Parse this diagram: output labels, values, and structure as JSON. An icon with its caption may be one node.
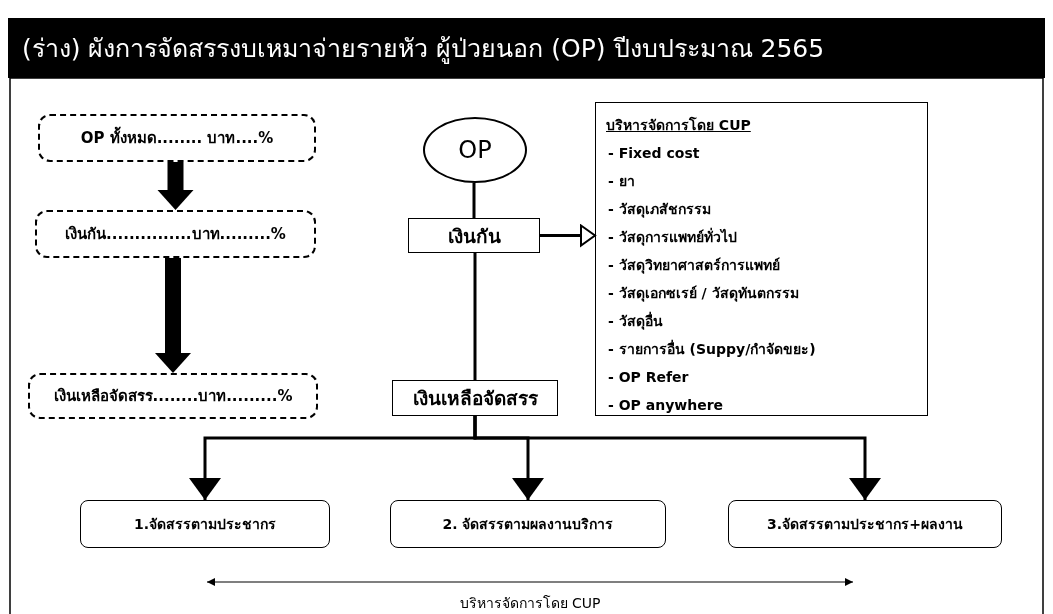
{
  "diagram": {
    "title": "(ร่าง) ผังการจัดสรรงบเหมาจ่ายรายหัว ผู้ป่วยนอก (OP) ปีงบประมาณ 2565",
    "nodes": [
      {
        "text": [
          "OP ทั้งหมด........ บาท....%"
        ]
      },
      {
        "text": [
          "เงินกัน...............บาท.........%"
        ]
      },
      {
        "text": [
          "เงินเหลือจัดสรร........บาท.........%"
        ]
      },
      {
        "text": [
          "OP"
        ]
      },
      {
        "text": [
          "เงินกัน"
        ]
      },
      {
        "text": [
          "บริหารจัดการโดย CUP",
          "- Fixed cost",
          "- ยา",
          "- วัสดุเภสัชกรรม",
          "- วัสดุการแพทย์ทั่วไป",
          "- วัสดุวิทยาศาสตร์การแพทย์",
          "- วัสดุเอกซเรย์ / วัสดุทันตกรรม",
          "- วัสดุอื่น",
          "- รายการอื่น (Suppy/กำจัดขยะ)",
          "- OP Refer",
          "- OP anywhere"
        ]
      },
      {
        "text": [
          "เงินเหลือจัดสรร"
        ]
      },
      {
        "text": [
          "1.จัดสรรตามประชากร"
        ]
      },
      {
        "text": [
          "2. จัดสรรตามผลงานบริการ"
        ]
      },
      {
        "text": [
          "3.จัดสรรตามประชากร+ผลงาน"
        ]
      }
    ],
    "edges": [
      {
        "from": 0,
        "to": 1,
        "arrow": "to",
        "style": "thick"
      },
      {
        "from": 1,
        "to": 2,
        "arrow": "to",
        "style": "thick"
      },
      {
        "from": 3,
        "to": 4,
        "arrow": "none"
      },
      {
        "from": 4,
        "to": 6,
        "arrow": "none"
      },
      {
        "from": 4,
        "to": 5,
        "arrow": "to"
      },
      {
        "from": 6,
        "to": 7,
        "arrow": "to"
      },
      {
        "from": 6,
        "to": 8,
        "arrow": "to"
      },
      {
        "from": 6,
        "to": 9,
        "arrow": "to"
      }
    ],
    "labels": [
      "บริหารจัดการโดย CUP"
    ]
  }
}
